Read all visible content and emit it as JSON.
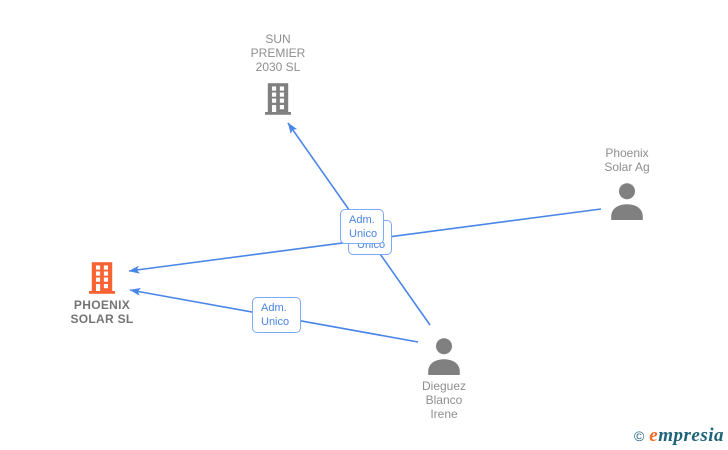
{
  "colors": {
    "line_blue": "#4a86e8",
    "box_border": "#7baaf7",
    "box_text": "#4a86e8",
    "name_gray": "#8e8e8e",
    "bold_gray": "#747474",
    "icon_gray": "#808080",
    "company_orange": "#f96232",
    "logo_teal": "#1d6478",
    "logo_orange": "#f26c28"
  },
  "icons": {
    "company": "building-icon",
    "person": "person-icon"
  },
  "diagram": {
    "nodes": {
      "sun_premier": {
        "type": "company",
        "lines": [
          "SUN",
          "PREMIER",
          "2030 SL"
        ]
      },
      "phoenix_solar_ag": {
        "type": "person",
        "lines": [
          "Phoenix",
          "Solar Ag"
        ]
      },
      "phoenix_solar_sl": {
        "type": "company",
        "lines": [
          "PHOENIX",
          "SOLAR SL"
        ]
      },
      "dieguez_blanco_irene": {
        "type": "person",
        "lines": [
          "Dieguez",
          "Blanco",
          "Irene"
        ]
      }
    },
    "edge_labels": {
      "dieguez_to_sun": {
        "line1": "Adm.",
        "line2": "Unico"
      },
      "ag_to_sl": {
        "line1": "Adm.",
        "line2": "Unico"
      },
      "dieguez_to_sl": {
        "line1": "Adm.",
        "line2": "Unico"
      }
    },
    "edges": [
      {
        "from": "Dieguez Blanco Irene",
        "to": "SUN PREMIER 2030 SL",
        "label": "Adm. Unico"
      },
      {
        "from": "Phoenix Solar Ag",
        "to": "PHOENIX SOLAR SL",
        "label": "Adm. Unico"
      },
      {
        "from": "Dieguez Blanco Irene",
        "to": "PHOENIX SOLAR SL",
        "label": "Adm. Unico"
      }
    ]
  },
  "footer": {
    "copyright_symbol": "©",
    "brand_e": "e",
    "brand_rest": "mpresia"
  }
}
